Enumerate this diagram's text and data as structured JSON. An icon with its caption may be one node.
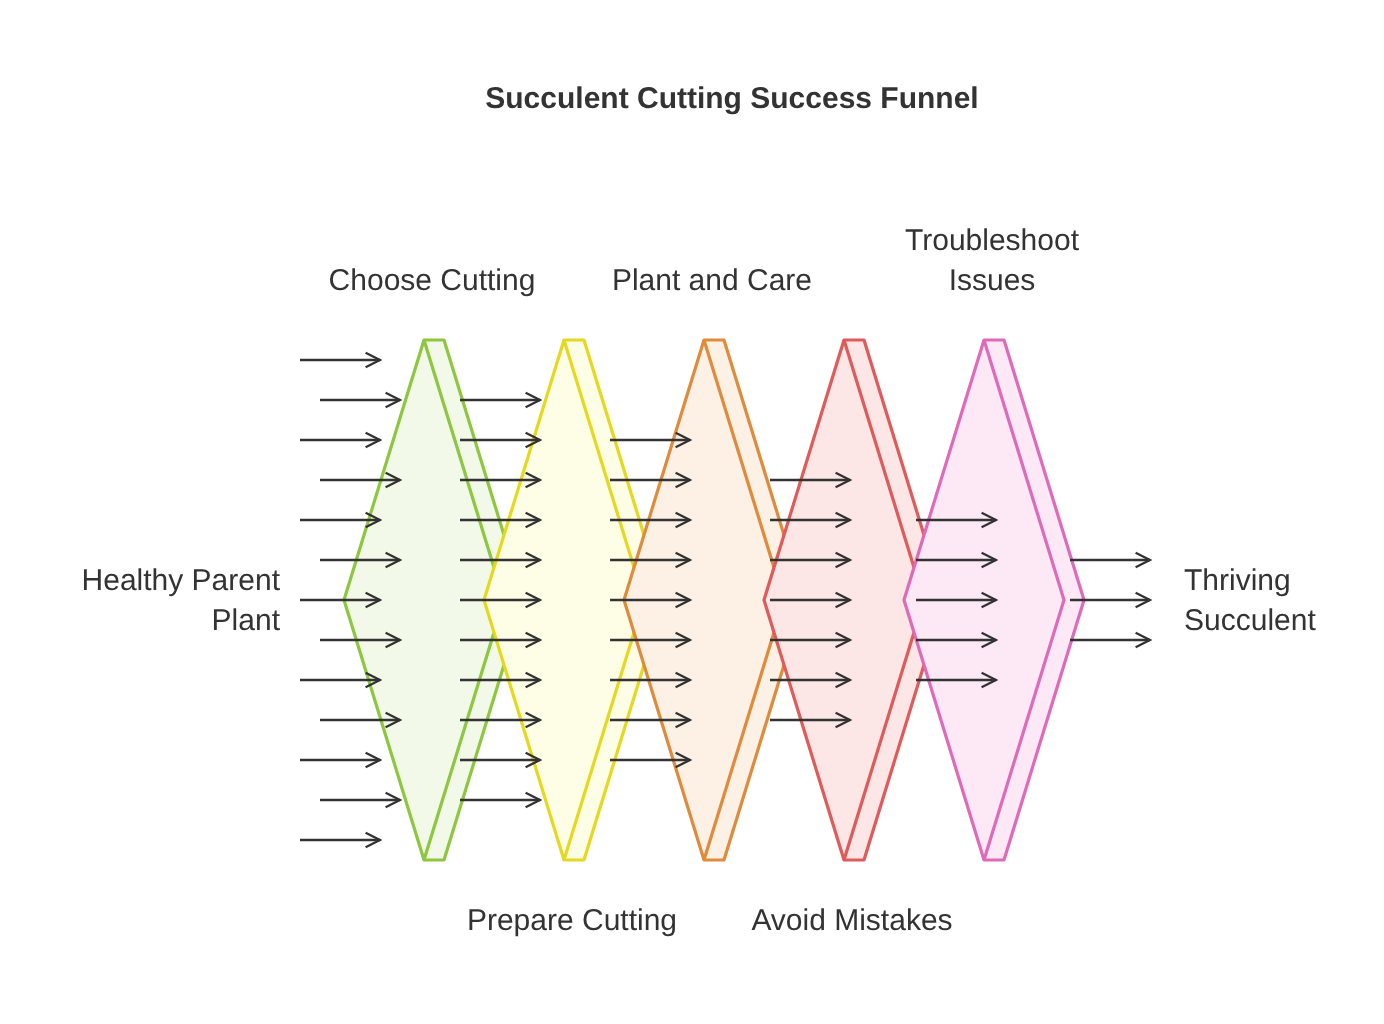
{
  "diagram": {
    "title": "Succulent Cutting Success Funnel",
    "nodes": [
      {
        "text": [
          "Healthy Parent Plant"
        ]
      },
      {
        "text": [
          "Choose Cutting"
        ]
      },
      {
        "text": [
          "Prepare Cutting"
        ]
      },
      {
        "text": [
          "Plant and Care"
        ]
      },
      {
        "text": [
          "Avoid Mistakes"
        ]
      },
      {
        "text": [
          "Troubleshoot Issues"
        ]
      },
      {
        "text": [
          "Thriving Succulent"
        ]
      }
    ]
  }
}
